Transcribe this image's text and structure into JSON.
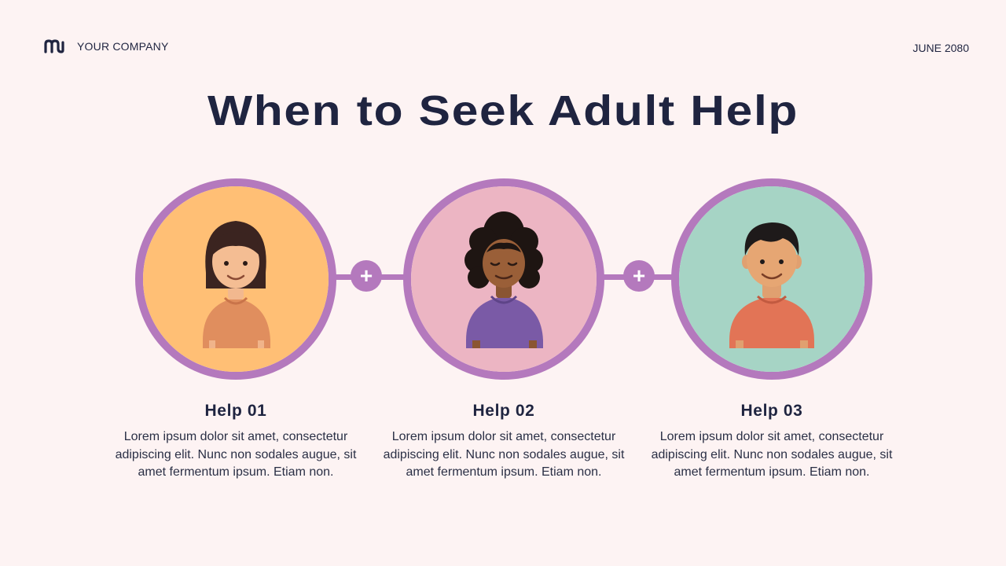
{
  "header": {
    "company": "YOUR COMPANY",
    "date": "JUNE 2080",
    "logo_icon": "brand-m-icon"
  },
  "title": "When to Seek Adult Help",
  "colors": {
    "accent": "#b479bd",
    "text": "#1f2440",
    "background": "#fdf3f3",
    "circle1": "#ffbf75",
    "circle2": "#ecb5c3",
    "circle3": "#a6d4c5"
  },
  "connectors": {
    "symbol": "+"
  },
  "cards": [
    {
      "title": "Help 01",
      "body": "Lorem ipsum dolor sit amet, consectetur adipiscing elit. Nunc non sodales augue, sit amet fermentum ipsum. Etiam non.",
      "icon": "girl-avatar-icon"
    },
    {
      "title": "Help 02",
      "body": "Lorem ipsum dolor sit amet, consectetur adipiscing elit. Nunc non sodales augue, sit amet fermentum ipsum. Etiam non.",
      "icon": "curly-hair-person-avatar-icon"
    },
    {
      "title": "Help 03",
      "body": "Lorem ipsum dolor sit amet, consectetur adipiscing elit. Nunc non sodales augue, sit amet fermentum ipsum. Etiam non.",
      "icon": "boy-avatar-icon"
    }
  ]
}
